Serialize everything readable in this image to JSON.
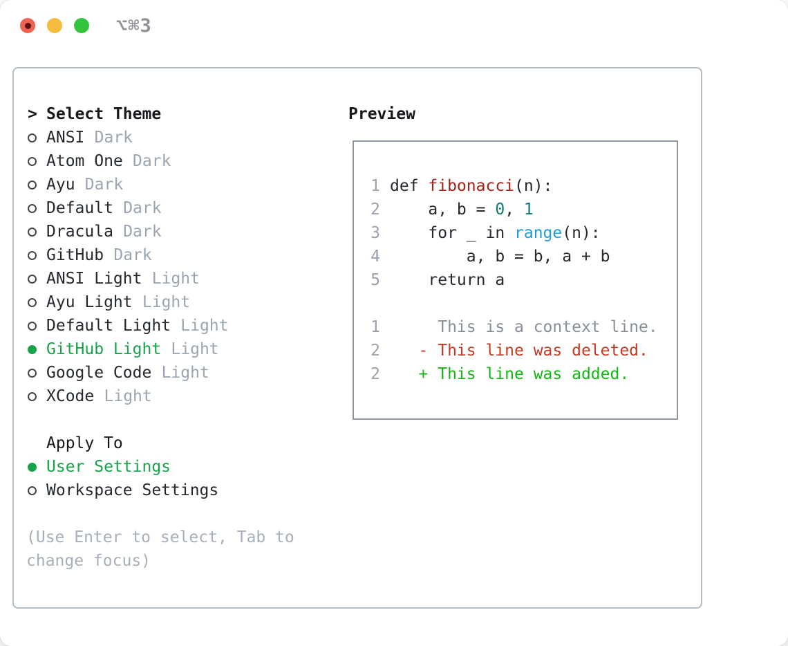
{
  "window": {
    "title": "⌥⌘3"
  },
  "colors": {
    "fg": "#24292f",
    "heading": "#16181c",
    "muted_tag": "#9aa5b1",
    "hint_text": "#a7afbb",
    "line_number": "#98a2ae",
    "context_line": "#878f98",
    "selected_green": "#17a34a",
    "added_green": "#12b712",
    "deleted_red": "#c43a23",
    "function_red": "#a62117",
    "number_teal": "#0d7a73",
    "builtin_blue": "#1b9dd7",
    "panel_border": "#b4bcc4",
    "preview_border": "#8d969f",
    "traffic_red": "#ee6253",
    "traffic_yellow": "#f5bd40",
    "traffic_green": "#34c440"
  },
  "theme_list": {
    "heading": "Select Theme",
    "items": [
      {
        "name": "ANSI",
        "tag": "Dark",
        "selected": false
      },
      {
        "name": "Atom One",
        "tag": "Dark",
        "selected": false
      },
      {
        "name": "Ayu",
        "tag": "Dark",
        "selected": false
      },
      {
        "name": "Default",
        "tag": "Dark",
        "selected": false
      },
      {
        "name": "Dracula",
        "tag": "Dark",
        "selected": false
      },
      {
        "name": "GitHub",
        "tag": "Dark",
        "selected": false
      },
      {
        "name": "ANSI Light",
        "tag": "Light",
        "selected": false
      },
      {
        "name": "Ayu Light",
        "tag": "Light",
        "selected": false
      },
      {
        "name": "Default Light",
        "tag": "Light",
        "selected": false
      },
      {
        "name": "GitHub Light",
        "tag": "Light",
        "selected": true
      },
      {
        "name": "Google Code",
        "tag": "Light",
        "selected": false
      },
      {
        "name": "XCode",
        "tag": "Light",
        "selected": false
      }
    ]
  },
  "apply_to": {
    "heading": "Apply To",
    "options": [
      {
        "label": "User Settings",
        "selected": true
      },
      {
        "label": "Workspace Settings",
        "selected": false
      }
    ]
  },
  "hint": "(Use Enter to select, Tab to change focus)",
  "preview": {
    "heading": "Preview",
    "lines": [
      {
        "num": "1",
        "tokens": [
          {
            "t": "def ",
            "c": "fg"
          },
          {
            "t": "fibonacci",
            "c": "func"
          },
          {
            "t": "(n):",
            "c": "fg"
          }
        ]
      },
      {
        "num": "2",
        "tokens": [
          {
            "t": "    a, b = ",
            "c": "fg"
          },
          {
            "t": "0",
            "c": "num"
          },
          {
            "t": ", ",
            "c": "fg"
          },
          {
            "t": "1",
            "c": "num"
          }
        ]
      },
      {
        "num": "3",
        "tokens": [
          {
            "t": "    for _ in ",
            "c": "fg"
          },
          {
            "t": "range",
            "c": "builtin"
          },
          {
            "t": "(n):",
            "c": "fg"
          }
        ]
      },
      {
        "num": "4",
        "tokens": [
          {
            "t": "        a, b = b, a + b",
            "c": "fg"
          }
        ]
      },
      {
        "num": "5",
        "tokens": [
          {
            "t": "    return a",
            "c": "fg"
          }
        ]
      },
      {
        "num": "",
        "tokens": []
      },
      {
        "num": "1",
        "tokens": [
          {
            "t": "     This is a context line.",
            "c": "ctx"
          }
        ]
      },
      {
        "num": "2",
        "tokens": [
          {
            "t": "   - This line was deleted.",
            "c": "del"
          }
        ]
      },
      {
        "num": "2",
        "tokens": [
          {
            "t": "   + This line was added.",
            "c": "add"
          }
        ]
      }
    ]
  }
}
